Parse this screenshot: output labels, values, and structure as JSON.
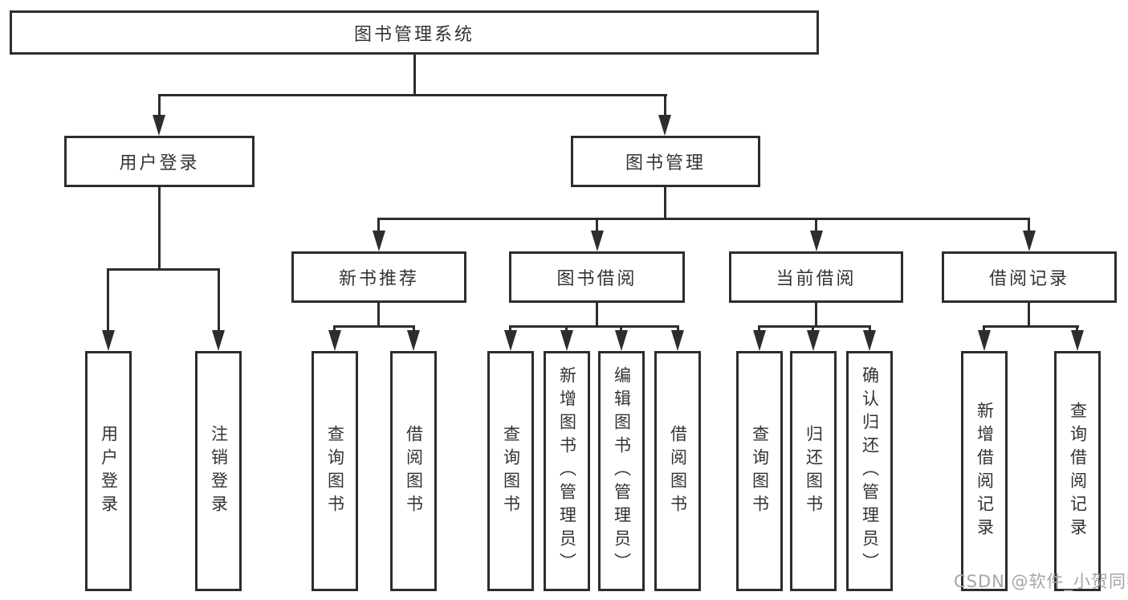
{
  "diagram": {
    "title": "图书管理系统",
    "type": "hierarchy-tree",
    "colors": {
      "line": "#2d2d2d",
      "text": "#333333",
      "box_background": "#ffffff",
      "watermark": "#a6a6a6"
    },
    "watermark": "CSDN @软件_小贺同学",
    "tree": {
      "root": "图书管理系统",
      "branches": [
        {
          "label": "用户登录",
          "leaves": [
            "用户登录",
            "注销登录"
          ]
        },
        {
          "label": "图书管理",
          "groups": [
            {
              "label": "新书推荐",
              "leaves": [
                "查询图书",
                "借阅图书"
              ]
            },
            {
              "label": "图书借阅",
              "leaves": [
                "查询图书",
                "新增图书（管理员）",
                "编辑图书（管理员）",
                "借阅图书"
              ]
            },
            {
              "label": "当前借阅",
              "leaves": [
                "查询图书",
                "归还图书",
                "确认归还（管理员）"
              ]
            },
            {
              "label": "借阅记录",
              "leaves": [
                "新增借阅记录",
                "查询借阅记录"
              ]
            }
          ]
        }
      ]
    }
  }
}
